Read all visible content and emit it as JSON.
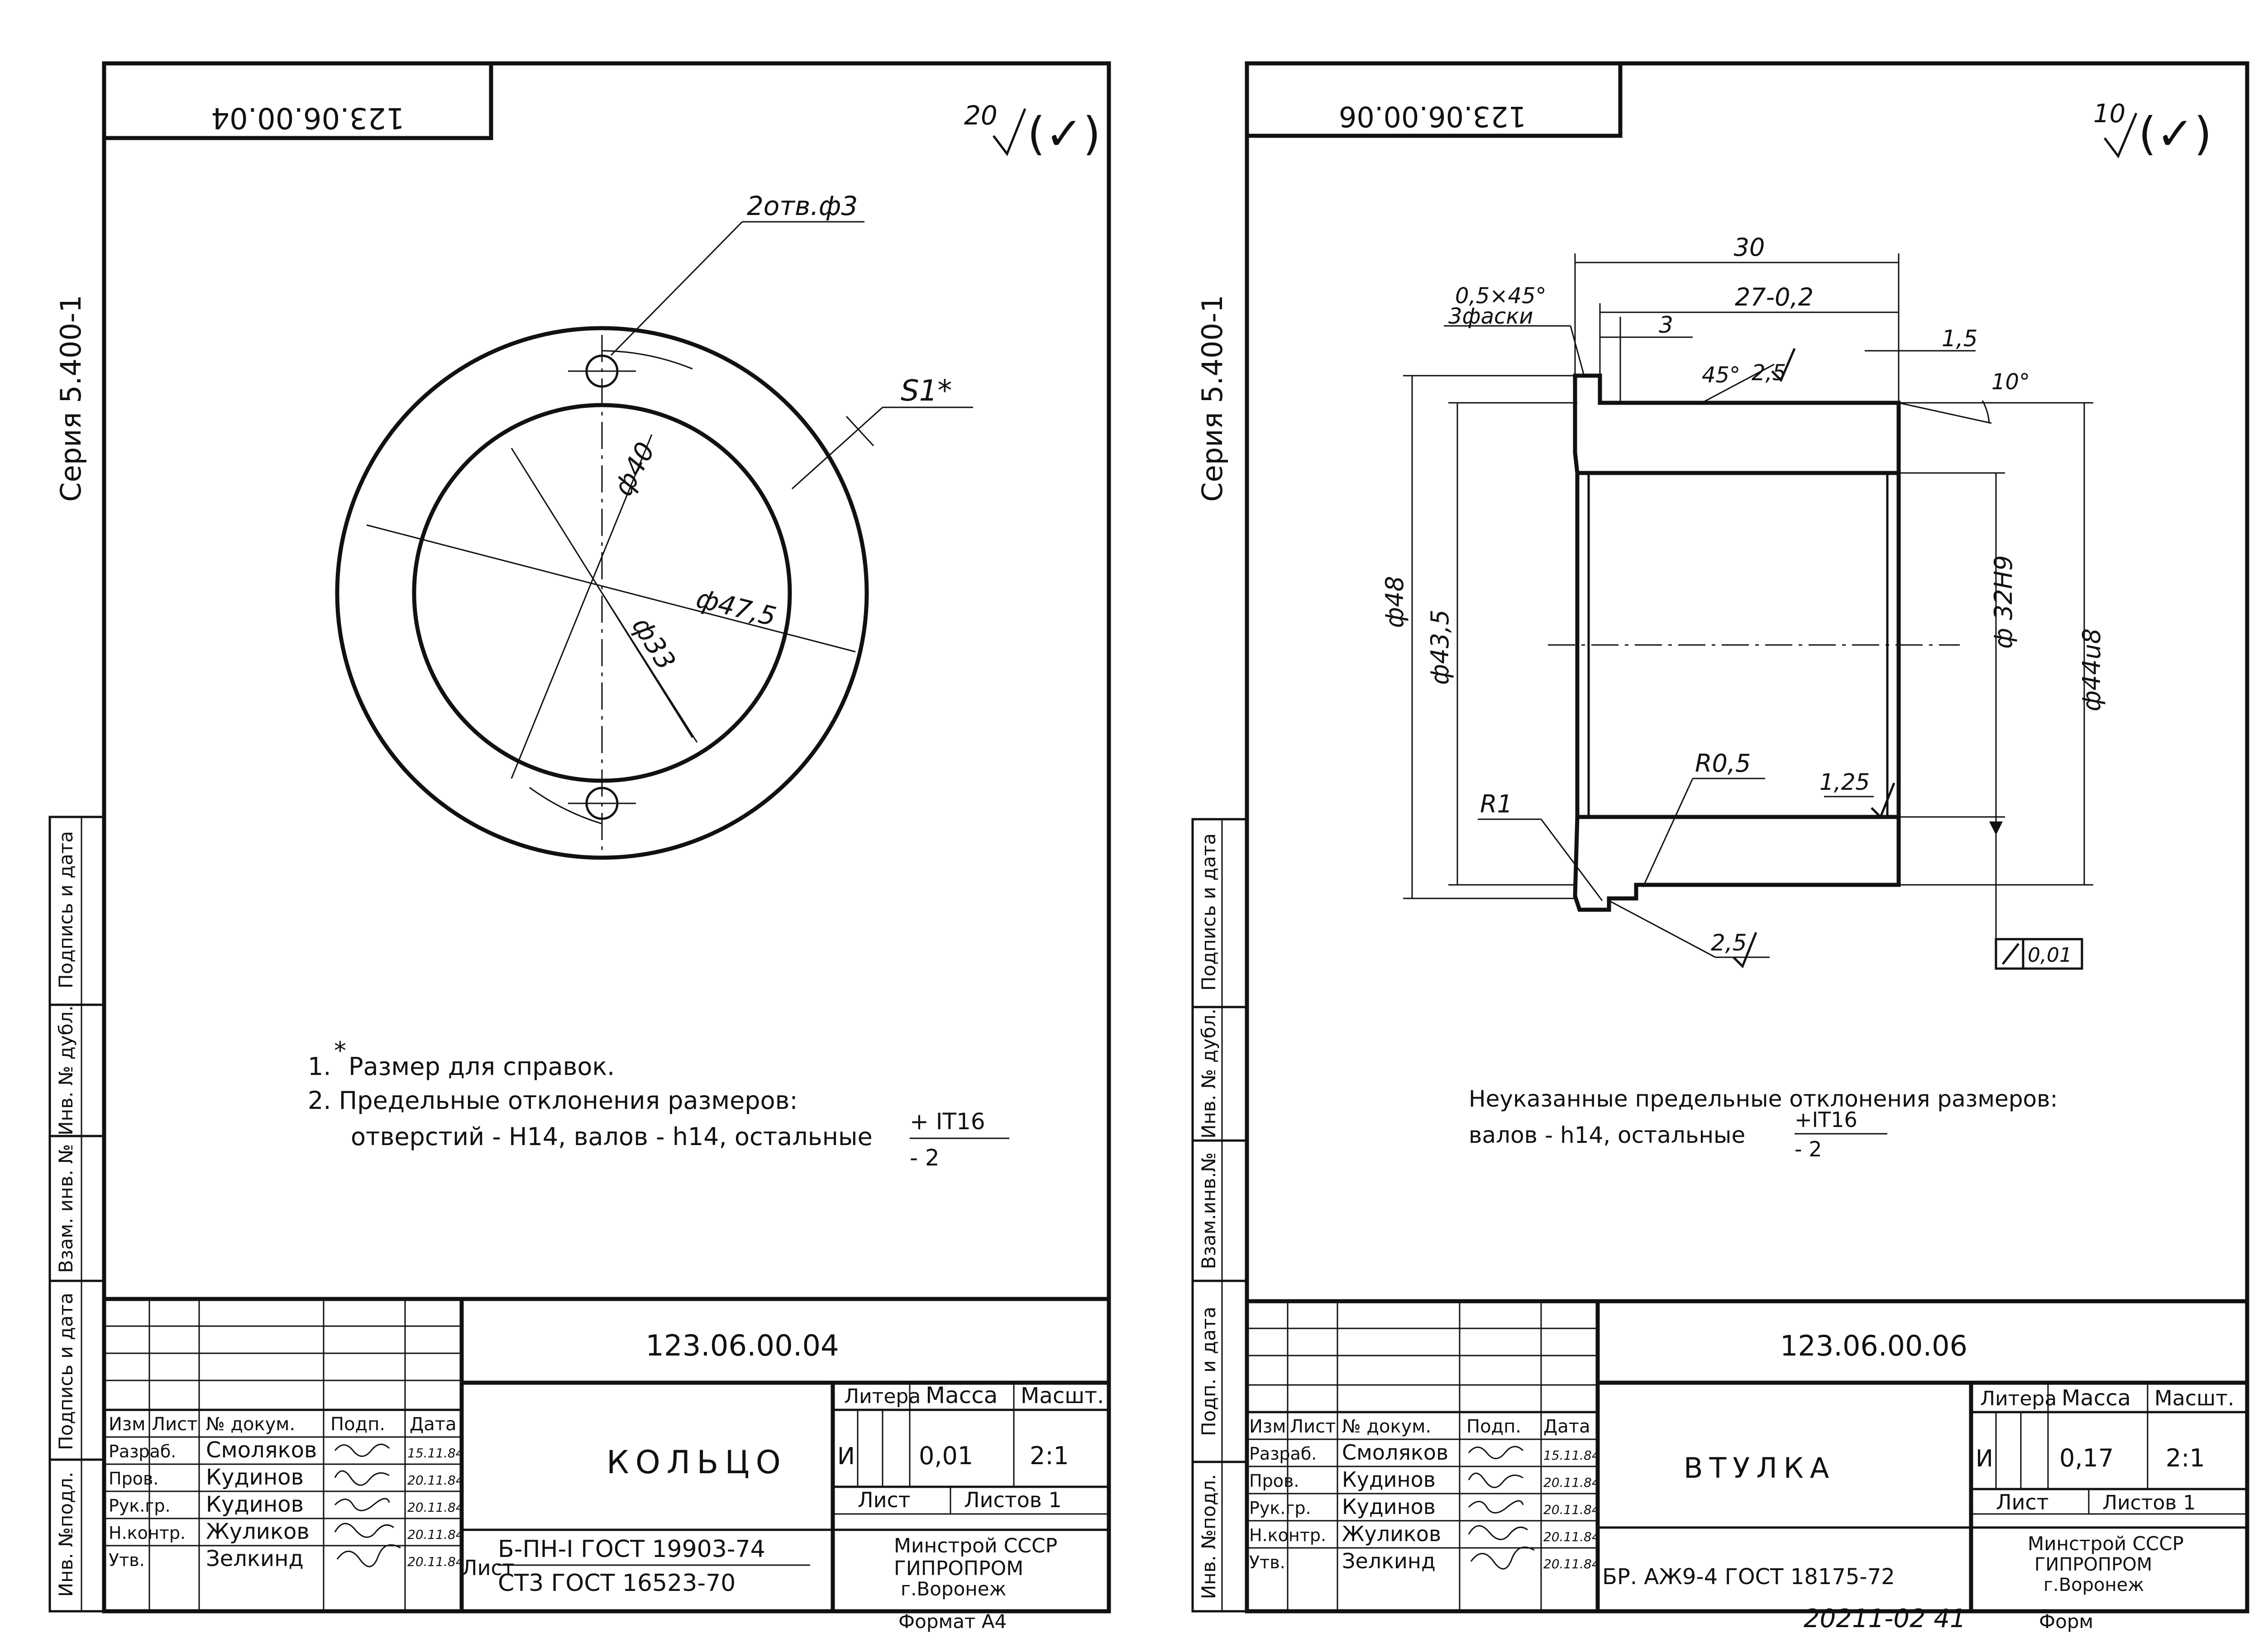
{
  "left": {
    "code_box": "123.06.00.04",
    "series": "Серия 5.400-1",
    "roughness_value": "20",
    "roughness_suffix": "(✓)",
    "dims": {
      "holes": "2отв.ф3",
      "s1": "S1*",
      "d40": "ф40",
      "d47": "ф47,5",
      "d33": "ф33"
    },
    "notes": {
      "n1_prefix": "1.",
      "n1_star": "*",
      "n1_text": "Размер для справок.",
      "n2_text": "2. Предельные отклонения размеров:",
      "n3_text": "отверстий - Н14, валов - h14, остальные",
      "n3_frac_top": "+ IT16",
      "n3_frac_bot": "- 2"
    },
    "side_labels": [
      "Инв. №подл.",
      "Подпись и дата",
      "Взам. инв. №",
      "Инв. № дубл.",
      "Подпись и дата"
    ],
    "title_block": {
      "code": "123.06.00.04",
      "name": "КОЛЬЦО",
      "header_cols": [
        "Изм",
        "Лист",
        "№ докум.",
        "Подп.",
        "Дата"
      ],
      "rows": [
        {
          "role": "Разраб.",
          "name": "Смоляков",
          "date": "15.11.84"
        },
        {
          "role": "Пров.",
          "name": "Кудинов",
          "date": "20.11.84"
        },
        {
          "role": "Рук.гр.",
          "name": "Кудинов",
          "date": "20.11.84"
        },
        {
          "role": "Н.контр.",
          "name": "Жуликов",
          "date": "20.11.84"
        },
        {
          "role": "Утв.",
          "name": "Зелкинд",
          "date": "20.11.84"
        }
      ],
      "litera_label": "Литера",
      "mass_label": "Масса",
      "scale_label": "Масшт.",
      "litera": "И",
      "mass": "0,01",
      "scale": "2:1",
      "sheet_label": "Лист",
      "sheets_label": "Листов 1",
      "material_prefix": "Лист",
      "material_top": "Б-ПН-I ГОСТ 19903-74",
      "material_bot": "СТ3 ГОСТ 16523-70",
      "org_1": "Минстрой СССР",
      "org_2": "ГИПРОПРОМ",
      "org_3": "г.Воронеж",
      "format": "Формат А4"
    }
  },
  "right": {
    "code_box": "123.06.00.06",
    "series": "Серия 5.400-1",
    "roughness_value": "10",
    "roughness_suffix": "(✓)",
    "dims": {
      "d30": "30",
      "d27": "27-0,2",
      "chamfer": "0,5×45°",
      "chamfer_sub": "3фаски",
      "d3": "3",
      "d45": "45°",
      "r25_top": "2,5",
      "d15": "1,5",
      "a10": "10°",
      "d48": "ф48",
      "d435": "ф43,5",
      "d32": "ф 32Н9",
      "d44": "ф44u8",
      "r05": "R0,5",
      "r1": "R1",
      "r125": "1,25",
      "r25_bot": "2,5",
      "tol": "0,01"
    },
    "notes": {
      "line1": "Неуказанные предельные отклонения размеров:",
      "line2": "валов - h14, остальные",
      "frac_top": "+IT16",
      "frac_bot": "- 2"
    },
    "side_labels": [
      "Инв. №подл.",
      "Подп. и дата",
      "Взам.инв.№",
      "Инв. № дубл.",
      "Подпись и дата"
    ],
    "title_block": {
      "code": "123.06.00.06",
      "name": "ВТУЛКА",
      "header_cols": [
        "Изм",
        "Лист",
        "№ докум.",
        "Подп.",
        "Дата"
      ],
      "rows": [
        {
          "role": "Разраб.",
          "name": "Смоляков",
          "date": "15.11.84"
        },
        {
          "role": "Пров.",
          "name": "Кудинов",
          "date": "20.11.84"
        },
        {
          "role": "Рук.гр.",
          "name": "Кудинов",
          "date": "20.11.84"
        },
        {
          "role": "Н.контр.",
          "name": "Жуликов",
          "date": "20.11.84"
        },
        {
          "role": "Утв.",
          "name": "Зелкинд",
          "date": "20.11.84"
        }
      ],
      "litera_label": "Литера",
      "mass_label": "Масса",
      "scale_label": "Масшт.",
      "litera": "И",
      "mass": "0,17",
      "scale": "2:1",
      "sheet_label": "Лист",
      "sheets_label": "Листов 1",
      "material": "БР. АЖ9-4 ГОСТ 18175-72",
      "org_1": "Минстрой СССР",
      "org_2": "ГИПРОПРОМ",
      "org_3": "г.Воронеж",
      "format": "Форм",
      "stamp": "20211-02   41"
    }
  }
}
